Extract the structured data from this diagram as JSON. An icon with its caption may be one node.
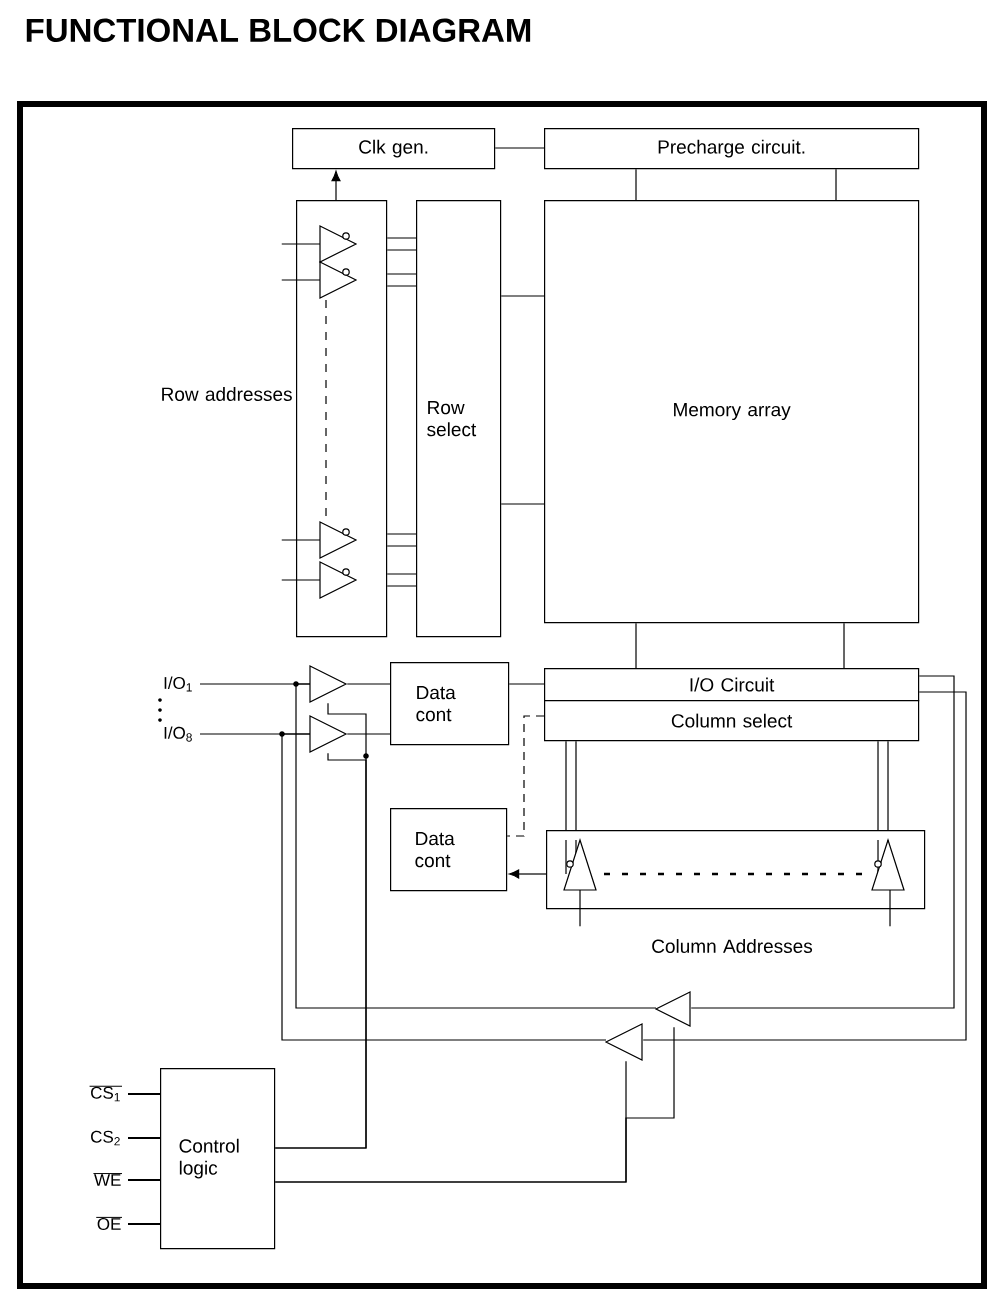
{
  "diagram": {
    "title": "FUNCTIONAL BLOCK DIAGRAM",
    "nodes": [
      {
        "text": [
          "Clk gen."
        ]
      },
      {
        "text": [
          "Precharge circuit."
        ]
      },
      {
        "text": [],
        "shape": "box",
        "beside": [
          "Row addresses"
        ]
      },
      {
        "text": [
          "Row select"
        ]
      },
      {
        "text": [
          "Memory array"
        ]
      },
      {
        "text": [
          "I/O Circuit"
        ]
      },
      {
        "text": [
          "Column select"
        ]
      },
      {
        "text": [
          "Data cont"
        ]
      },
      {
        "text": [
          "Data cont"
        ]
      },
      {
        "text": [],
        "shape": "box",
        "beside": [
          "Column Addresses"
        ]
      },
      {
        "text": [
          "Control logic"
        ]
      },
      {
        "text": [],
        "shape": "triangle"
      },
      {
        "text": [],
        "shape": "triangle"
      },
      {
        "text": [],
        "shape": "triangle"
      },
      {
        "text": [],
        "shape": "triangle"
      },
      {
        "text": [
          "I/O$_{1}$"
        ]
      },
      {
        "text": [
          "I/O$_{8}$"
        ]
      },
      {
        "text": [
          "CS$_{1}$"
        ]
      },
      {
        "text": [
          "CS$_{2}$"
        ]
      },
      {
        "text": [
          "WE"
        ]
      },
      {
        "text": [
          "OE"
        ]
      }
    ],
    "edges": [
      {
        "from": 2,
        "to": 0,
        "arrow": "to"
      },
      {
        "from": 0,
        "to": 1,
        "arrow": "none"
      },
      {
        "from": 1,
        "to": 4,
        "arrow": "none"
      },
      {
        "from": 1,
        "to": 4,
        "arrow": "none"
      },
      {
        "from": 3,
        "to": 4,
        "arrow": "none"
      },
      {
        "from": 3,
        "to": 4,
        "arrow": "none"
      },
      {
        "from": 2,
        "to": 3,
        "arrow": "none"
      },
      {
        "from": 2,
        "to": 3,
        "arrow": "none"
      },
      {
        "from": 2,
        "to": 3,
        "arrow": "none"
      },
      {
        "from": 2,
        "to": 3,
        "arrow": "none"
      },
      {
        "from": 4,
        "to": 5,
        "arrow": "none"
      },
      {
        "from": 4,
        "to": 5,
        "arrow": "none"
      },
      {
        "from": 7,
        "to": 5,
        "arrow": "none"
      },
      {
        "from": 6,
        "to": 8,
        "arrow": "none",
        "style": "dashed"
      },
      {
        "from": 9,
        "to": 8,
        "arrow": "to"
      },
      {
        "from": 6,
        "to": 9,
        "arrow": "none"
      },
      {
        "from": 6,
        "to": 9,
        "arrow": "none"
      },
      {
        "from": 11,
        "to": 7,
        "arrow": "none"
      },
      {
        "from": 12,
        "to": 7,
        "arrow": "none"
      },
      {
        "from": 5,
        "to": 13,
        "arrow": "none"
      },
      {
        "from": 5,
        "to": 14,
        "arrow": "none"
      },
      {
        "from": 10,
        "to": 11,
        "arrow": "none"
      },
      {
        "from": 10,
        "to": 12,
        "arrow": "none"
      },
      {
        "from": 10,
        "to": 14,
        "arrow": "none"
      },
      {
        "from": 10,
        "to": 13,
        "arrow": "none"
      },
      {
        "from": 13,
        "to": 11,
        "arrow": "none"
      },
      {
        "from": 14,
        "to": 12,
        "arrow": "none"
      },
      {
        "from": 15,
        "to": 11,
        "arrow": "none"
      },
      {
        "from": 16,
        "to": 12,
        "arrow": "none"
      },
      {
        "from": 17,
        "to": 10,
        "arrow": "none"
      },
      {
        "from": 18,
        "to": 10,
        "arrow": "none"
      },
      {
        "from": 19,
        "to": 10,
        "arrow": "none"
      },
      {
        "from": 20,
        "to": 10,
        "arrow": "none"
      }
    ]
  }
}
